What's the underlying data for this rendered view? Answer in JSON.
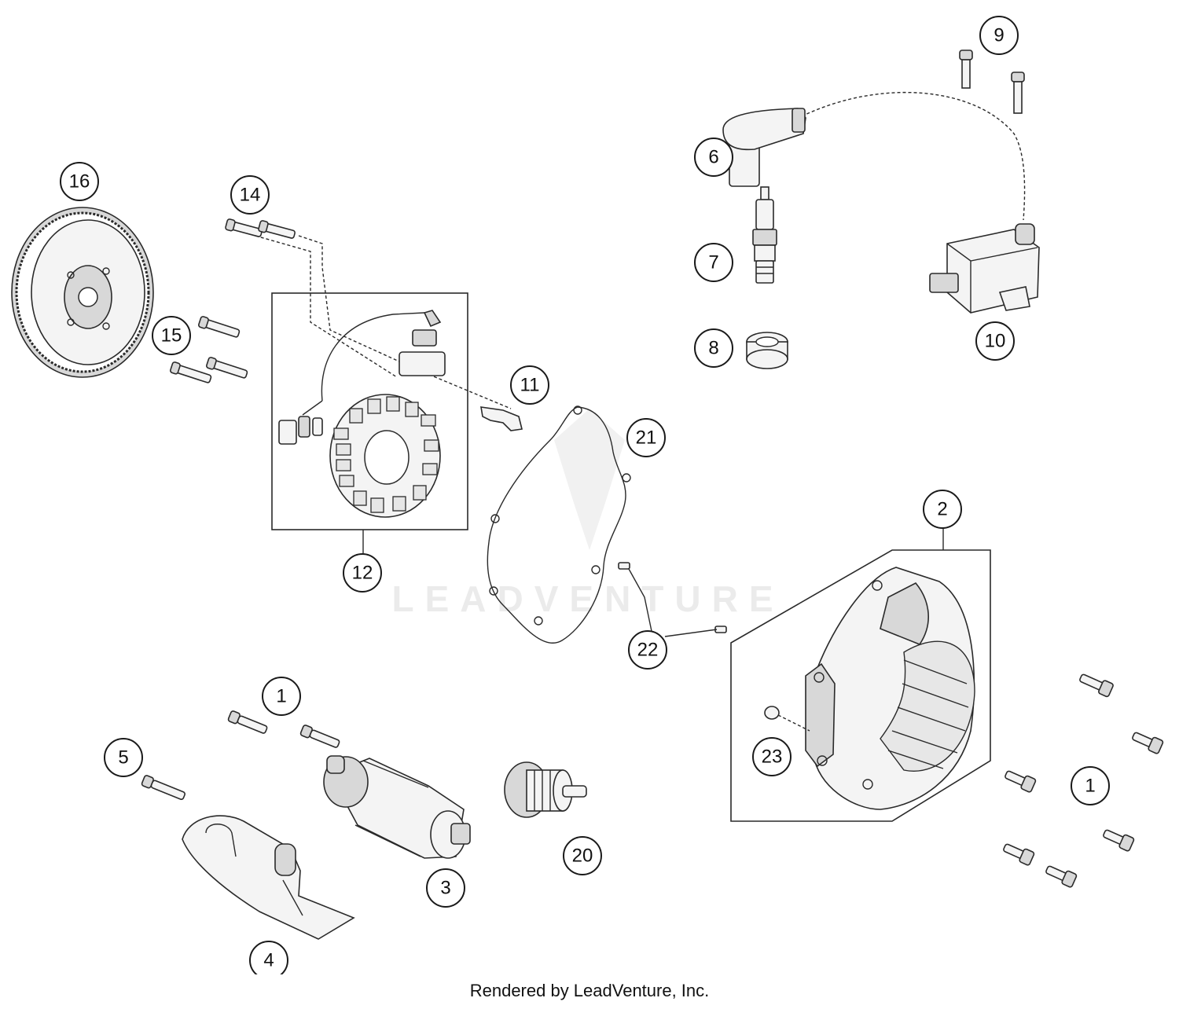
{
  "watermark": {
    "text": "LEADVENTURE"
  },
  "footer": {
    "credit": "Rendered by LeadVenture, Inc."
  },
  "callouts": [
    {
      "id": "c16",
      "label": "16"
    },
    {
      "id": "c14",
      "label": "14"
    },
    {
      "id": "c15",
      "label": "15"
    },
    {
      "id": "c11",
      "label": "11"
    },
    {
      "id": "c12",
      "label": "12"
    },
    {
      "id": "c21",
      "label": "21"
    },
    {
      "id": "c22",
      "label": "22"
    },
    {
      "id": "c9",
      "label": "9"
    },
    {
      "id": "c6",
      "label": "6"
    },
    {
      "id": "c7",
      "label": "7"
    },
    {
      "id": "c8",
      "label": "8"
    },
    {
      "id": "c10",
      "label": "10"
    },
    {
      "id": "c2",
      "label": "2"
    },
    {
      "id": "c23",
      "label": "23"
    },
    {
      "id": "c1a",
      "label": "1"
    },
    {
      "id": "c1b",
      "label": "1"
    },
    {
      "id": "c5",
      "label": "5"
    },
    {
      "id": "c3",
      "label": "3"
    },
    {
      "id": "c20",
      "label": "20"
    },
    {
      "id": "c4",
      "label": "4"
    }
  ],
  "parts": [
    {
      "number": "1",
      "name": "bolt"
    },
    {
      "number": "2",
      "name": "ignition-cover"
    },
    {
      "number": "3",
      "name": "starter-motor"
    },
    {
      "number": "4",
      "name": "starter-guard"
    },
    {
      "number": "5",
      "name": "bolt"
    },
    {
      "number": "6",
      "name": "spark-plug-cap"
    },
    {
      "number": "7",
      "name": "spark-plug"
    },
    {
      "number": "8",
      "name": "plug-seal"
    },
    {
      "number": "9",
      "name": "bolt"
    },
    {
      "number": "10",
      "name": "ignition-coil"
    },
    {
      "number": "11",
      "name": "cable-clamp"
    },
    {
      "number": "12",
      "name": "stator"
    },
    {
      "number": "14",
      "name": "screw"
    },
    {
      "number": "15",
      "name": "screw"
    },
    {
      "number": "16",
      "name": "flywheel"
    },
    {
      "number": "20",
      "name": "starter-drive"
    },
    {
      "number": "21",
      "name": "cover-gasket"
    },
    {
      "number": "22",
      "name": "dowel-pin"
    },
    {
      "number": "23",
      "name": "o-ring"
    }
  ]
}
